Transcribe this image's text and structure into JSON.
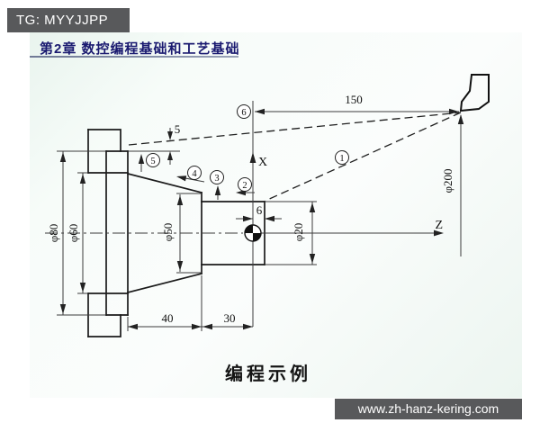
{
  "watermark_top": {
    "label": "TG: MYYJJPP"
  },
  "header": {
    "title": "第2章  数控编程基础和工艺基础"
  },
  "caption": "编程示例",
  "watermark_bottom": {
    "url": "www.zh-hanz-kering.com"
  },
  "diagram": {
    "dims": {
      "d150": "150",
      "d5": "5",
      "d6": "6",
      "d40": "40",
      "d30": "30",
      "dia200": "φ200",
      "dia80": "φ80",
      "dia60": "φ60",
      "dia50": "φ50",
      "dia20": "φ20"
    },
    "axes": {
      "x": "X",
      "z": "Z"
    },
    "paths": [
      "1",
      "2",
      "3",
      "4",
      "5",
      "6"
    ],
    "colors": {
      "line": "#1a1a1a",
      "dim": "#3c3c3c",
      "panel": "#e9f4ee",
      "box": "#58595b",
      "header_text": "#1a1a70"
    }
  }
}
